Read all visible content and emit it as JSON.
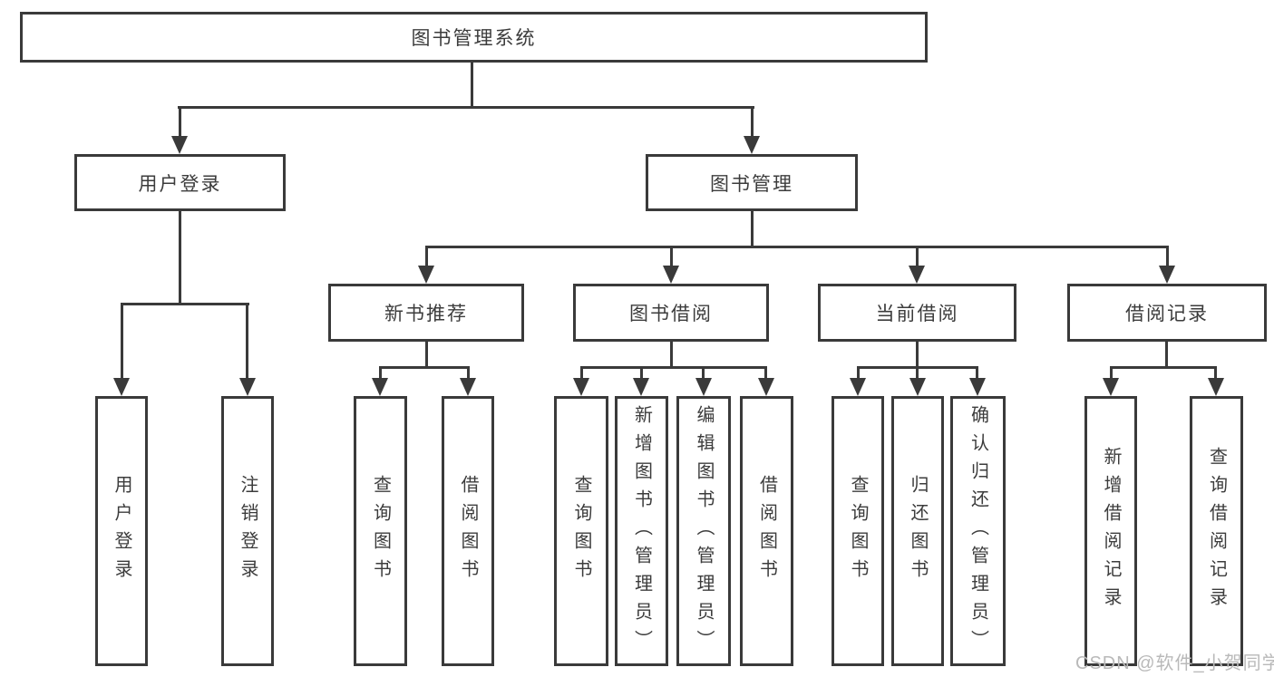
{
  "colors": {
    "line": "#3a3a3a",
    "text": "#3c3c3c",
    "watermark": "#b9b9b9",
    "background": "#ffffff"
  },
  "watermark": "CSDN @软件_小贺同学",
  "tree": {
    "label": "图书管理系统",
    "children": [
      {
        "label": "用户登录",
        "children": [
          {
            "label": "用户登录"
          },
          {
            "label": "注销登录"
          }
        ]
      },
      {
        "label": "图书管理",
        "children": [
          {
            "label": "新书推荐",
            "children": [
              {
                "label": "查询图书"
              },
              {
                "label": "借阅图书"
              }
            ]
          },
          {
            "label": "图书借阅",
            "children": [
              {
                "label": "查询图书"
              },
              {
                "label": "新增图书（管理员）"
              },
              {
                "label": "编辑图书（管理员）"
              },
              {
                "label": "借阅图书"
              }
            ]
          },
          {
            "label": "当前借阅",
            "children": [
              {
                "label": "查询图书"
              },
              {
                "label": "归还图书"
              },
              {
                "label": "确认归还（管理员）"
              }
            ]
          },
          {
            "label": "借阅记录",
            "children": [
              {
                "label": "新增借阅记录"
              },
              {
                "label": "查询借阅记录"
              }
            ]
          }
        ]
      }
    ]
  }
}
